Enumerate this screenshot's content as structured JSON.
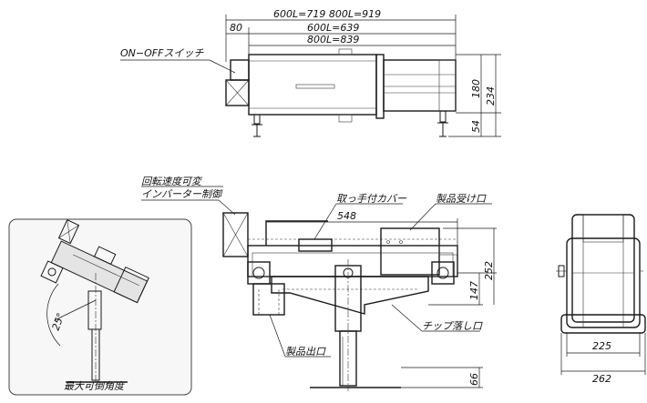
{
  "top_view": {
    "dim_overall": "600L=719  800L=919",
    "dim_80": "80",
    "dim_body_600": "600L=639",
    "dim_body_800": "800L=839",
    "dim_180": "180",
    "dim_234": "234",
    "dim_54": "54",
    "label_onoff_switch": "ON−OFFスイッチ"
  },
  "front_view": {
    "label_rotation_speed": "回転速度可変",
    "label_inverter": "インバーター制御",
    "label_handle_cover": "取っ手付カバー",
    "label_product_tray": "製品受け口",
    "dim_548": "548",
    "dim_252": "252",
    "dim_147": "147",
    "dim_66": "66",
    "label_chip_drop": "チップ落し口",
    "label_product_outlet": "製品出口"
  },
  "side_view": {
    "dim_225": "225",
    "dim_262": "262"
  },
  "inset": {
    "angle_label": "25°",
    "caption": "最大可倒角度"
  }
}
